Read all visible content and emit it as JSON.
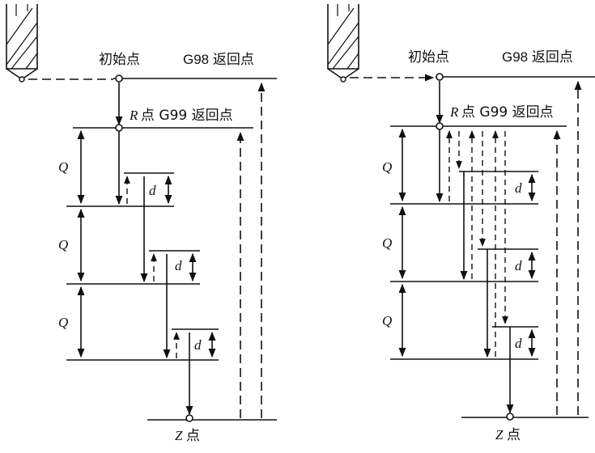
{
  "diagrams": [
    {
      "id": "left",
      "labels": {
        "initial_point": "初始点",
        "g98_return": "G98 返回点",
        "r_point_prefix": "R",
        "r_point_suffix": "点 G99 返回点",
        "z_point_prefix": "Z",
        "z_point_suffix": "点",
        "q_label": "Q",
        "d_label": "d"
      }
    },
    {
      "id": "right",
      "labels": {
        "initial_point": "初始点",
        "g98_return": "G98 返回点",
        "r_point_prefix": "R",
        "r_point_suffix": "点 G99 返回点",
        "z_point_prefix": "Z",
        "z_point_suffix": "点",
        "q_label": "Q",
        "d_label": "d"
      }
    }
  ]
}
